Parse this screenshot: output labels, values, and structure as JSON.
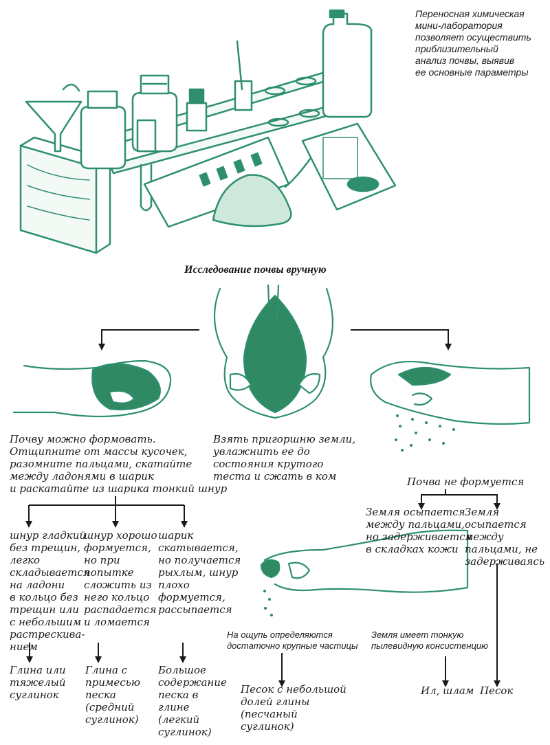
{
  "colors": {
    "illustration": "#2e8f6e",
    "ink": "#1a1a1a",
    "soil": "#2a7a5a"
  },
  "lab_caption": [
    "Переносная химическая",
    "мини-лаборатория",
    "позволяет осуществить",
    "приблизительный",
    "анализ почвы, выявив",
    "ее основные параметры"
  ],
  "title": "Исследование почвы вручную",
  "left_text": [
    "Почву можно формовать.",
    "Отщипните от массы кусочек,",
    "разомните пальцами, скатайте",
    "между ладонями в шарик",
    "и раскатайте из шарика тонкий шнур"
  ],
  "center_text": [
    "Взять пригоршню земли,",
    "увлажнить ее до",
    "состояния крутого",
    "теста и сжать в ком"
  ],
  "right_text": "Почва не формуется",
  "branch_left": [
    "шнур гладкий",
    "без трещин,",
    "легко",
    "складывается",
    "на ладони",
    "в кольцо без",
    "трещин или",
    "с небольшим",
    "растрескива-",
    "нием"
  ],
  "branch_mid": [
    "шнур хорошо",
    "формуется,",
    "но при",
    "попытке",
    "сложить из",
    "него кольцо",
    "распадается",
    "и ломается"
  ],
  "branch_right": [
    "шарик",
    "скатывается,",
    "но получается",
    "рыхлым, шнур",
    "плохо",
    "формуется,",
    "рассыпается"
  ],
  "result_left": [
    "Глина или",
    "тяжелый",
    "суглинок"
  ],
  "result_mid": [
    "Глина с",
    "примесью",
    "песка",
    "(средний",
    "суглинок)"
  ],
  "result_right": [
    "Большое",
    "содержание",
    "песка в",
    "глине",
    "(легкий",
    "суглинок)"
  ],
  "crumble_a": [
    "Земля осыпается",
    "между пальцами,",
    "но задерживается",
    "в складках кожи"
  ],
  "crumble_b": [
    "Земля",
    "осыпается",
    "между",
    "пальцами, не",
    "задерживаясь"
  ],
  "feel_coarse": [
    "На ощупь определяются",
    "достаточно крупные частицы"
  ],
  "feel_fine": [
    "Земля имеет тонкую",
    "пылевидную консистенцию"
  ],
  "result_sandy": [
    "Песок с небольшой",
    "долей глины",
    "(песчаный",
    "суглинок)"
  ],
  "result_silt": "Ил, шлам",
  "result_sand": "Песок"
}
